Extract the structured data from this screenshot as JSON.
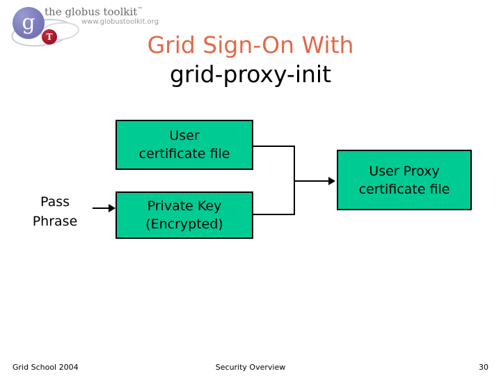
{
  "slide": {
    "logo": {
      "wordmark": "the globus toolkit",
      "trademark": "™",
      "url": "www.globustoolkit.org",
      "sphere_letter": "g",
      "badge_letter": "T",
      "sphere_color": "#7a7abc",
      "badge_color": "#9c1525",
      "text_color": "#6b6b6b"
    },
    "title": {
      "line1": "Grid Sign-On With",
      "line2": "grid-proxy-init",
      "line1_color": "#e0694a",
      "line2_color": "#000000"
    },
    "diagram": {
      "box_fill": "#00cb93",
      "box_border": "#000000",
      "boxes": [
        {
          "id": "user-certificate-file",
          "line1": "User",
          "line2": "certificate file"
        },
        {
          "id": "private-key-encrypted",
          "line1": "Private Key",
          "line2": "(Encrypted)"
        },
        {
          "id": "user-proxy-certificate-file",
          "line1": "User Proxy",
          "line2": "certificate file"
        }
      ],
      "labels": [
        {
          "id": "pass-phrase",
          "line1": "Pass",
          "line2": "Phrase"
        }
      ]
    },
    "footer": {
      "left": "Grid School 2004",
      "center": "Security Overview",
      "page_number": "30"
    }
  }
}
